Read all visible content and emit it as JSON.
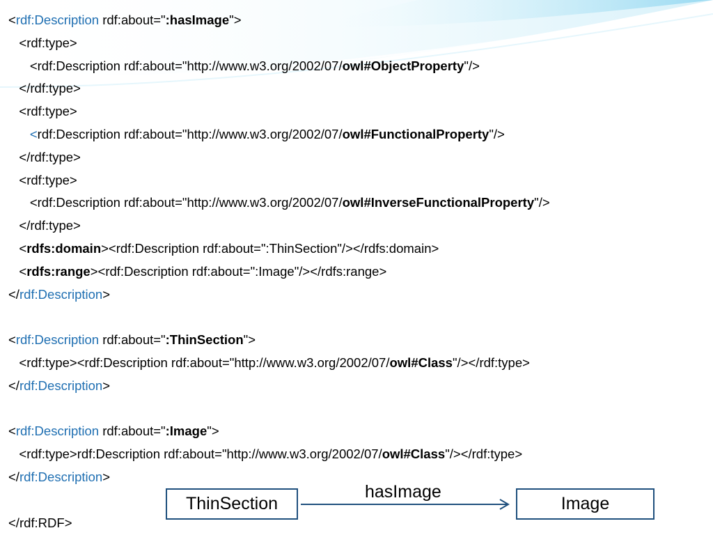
{
  "colors": {
    "keyword": "#1f6fb2",
    "box_border": "#1e4f7d",
    "arrow": "#1e4f7d",
    "swoosh": "#8fd3ee"
  },
  "lines": [
    [
      "<",
      {
        "k": "rdf:Description"
      },
      " rdf:about=\"",
      {
        "b": ":hasImage"
      },
      "\">"
    ],
    [
      "   <rdf:type>"
    ],
    [
      "      <rdf:Description rdf:about=\"http://www.w3.org/2002/07/",
      {
        "b": "owl#ObjectProperty"
      },
      "\"/>"
    ],
    [
      "   </rdf:type>"
    ],
    [
      "   <rdf:type>"
    ],
    [
      "      ",
      {
        "k": "<"
      },
      "rdf:Description rdf:about=\"http://www.w3.org/2002/07/",
      {
        "b": "owl#FunctionalProperty"
      },
      "\"/>"
    ],
    [
      "   </rdf:type>"
    ],
    [
      "   <rdf:type>"
    ],
    [
      "      <rdf:Description rdf:about=\"http://www.w3.org/2002/07/",
      {
        "b": "owl#InverseFunctionalProperty"
      },
      "\"/>"
    ],
    [
      "   </rdf:type>"
    ],
    [
      "   <",
      {
        "b": "rdfs:domain"
      },
      "><rdf:Description rdf:about=\":ThinSection\"/></rdfs:domain>"
    ],
    [
      "   <",
      {
        "b": "rdfs:range"
      },
      "><rdf:Description rdf:about=\":Image\"/></rdfs:range>"
    ],
    [
      "</",
      {
        "k": "rdf:Description"
      },
      ">"
    ],
    [],
    [
      "<",
      {
        "k": "rdf:Description"
      },
      " rdf:about=\"",
      {
        "b": ":ThinSection"
      },
      "\">"
    ],
    [
      "   <rdf:type><rdf:Description rdf:about=\"http://www.w3.org/2002/07/",
      {
        "b": "owl#Class"
      },
      "\"/></rdf:type>"
    ],
    [
      "</",
      {
        "k": "rdf:Description"
      },
      ">"
    ],
    [],
    [
      "<",
      {
        "k": "rdf:Description"
      },
      " rdf:about=\"",
      {
        "b": ":Image"
      },
      "\">"
    ],
    [
      "   <rdf:type>rdf:Description rdf:about=\"http://www.w3.org/2002/07/",
      {
        "b": "owl#Class"
      },
      "\"/></rdf:type>"
    ],
    [
      "</",
      {
        "k": "rdf:Description"
      },
      ">"
    ],
    [],
    [
      "</rdf:RDF>"
    ]
  ],
  "diagram": {
    "source": "ThinSection",
    "target": "Image",
    "edge_label": "hasImage"
  }
}
